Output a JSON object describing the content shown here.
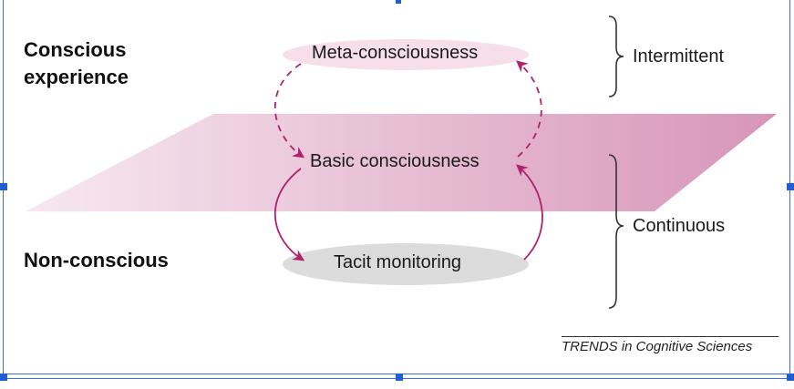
{
  "diagram": {
    "levels": {
      "conscious": "Conscious\nexperience",
      "nonconscious": "Non-conscious"
    },
    "nodes": {
      "meta": "Meta-consciousness",
      "basic": "Basic consciousness",
      "tacit": "Tacit monitoring"
    },
    "braces": {
      "intermittent": "Intermittent",
      "continuous": "Continuous"
    },
    "credit": "TRENDS in Cognitive Sciences",
    "colors": {
      "plane_light": "#f7e8f0",
      "plane_dark": "#d795b8",
      "arrow": "#b0226e",
      "meta_fill": "#f6dfe9",
      "tacit_fill": "#dcdcdc",
      "brace": "#333333",
      "frame": "#3a6fd8"
    }
  }
}
